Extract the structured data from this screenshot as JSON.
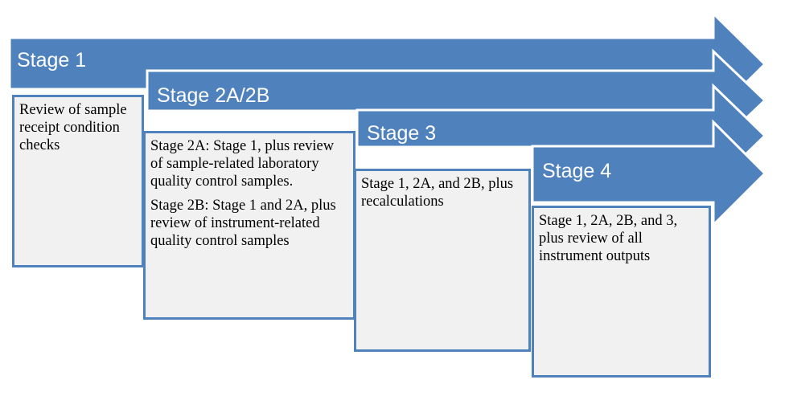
{
  "colors": {
    "arrow_fill": "#4f81bd",
    "arrow_outline": "#ffffff",
    "box_fill": "#f1f1f1",
    "box_border": "#4f81bd",
    "label_text": "#ffffff",
    "body_text": "#000000"
  },
  "stages": [
    {
      "label": "Stage 1",
      "paragraphs": [
        "Review of sample receipt condition checks"
      ]
    },
    {
      "label": "Stage 2A/2B",
      "paragraphs": [
        "Stage 2A: Stage 1, plus review of sample-related laboratory quality control samples.",
        "Stage 2B: Stage 1 and 2A, plus review of instrument-related quality control samples"
      ]
    },
    {
      "label": "Stage 3",
      "paragraphs": [
        "Stage 1, 2A, and 2B, plus recalculations"
      ]
    },
    {
      "label": "Stage 4",
      "paragraphs": [
        "Stage 1, 2A, 2B, and 3, plus review of all instrument outputs"
      ]
    }
  ]
}
